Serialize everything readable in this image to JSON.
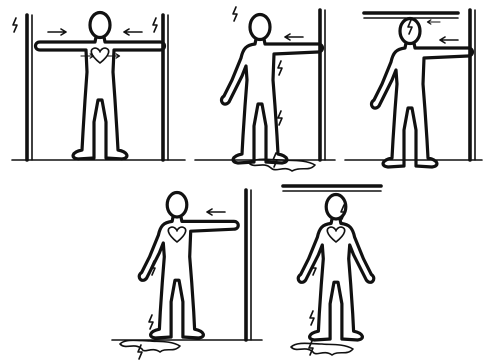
{
  "figure": {
    "panels": [
      {
        "id": "panel-1",
        "contacts": [
          "left-wall-conductor",
          "right-wall-conductor"
        ],
        "current_path": "hand-to-hand",
        "ground_contact": false
      },
      {
        "id": "panel-2",
        "contacts": [
          "right-wall-conductor",
          "wet-ground"
        ],
        "current_path": "hand-to-foot",
        "ground_contact": true
      },
      {
        "id": "panel-3",
        "contacts": [
          "overhead-conductor",
          "right-wall-conductor"
        ],
        "current_path": "head-to-hand",
        "ground_contact": false
      },
      {
        "id": "panel-4",
        "contacts": [
          "right-wall-conductor",
          "wet-ground"
        ],
        "current_path": "hand-through-heart-to-feet",
        "ground_contact": true
      },
      {
        "id": "panel-5",
        "contacts": [
          "overhead-conductor",
          "wet-ground"
        ],
        "current_path": "head-through-heart-to-feet",
        "ground_contact": true
      }
    ],
    "icons": [
      "human-figure-icon",
      "heart-icon",
      "lightning-bolt-icon",
      "current-arrow-icon",
      "conductor-pole-icon",
      "overhead-bar-icon",
      "puddle-icon",
      "floor-line-icon"
    ]
  }
}
